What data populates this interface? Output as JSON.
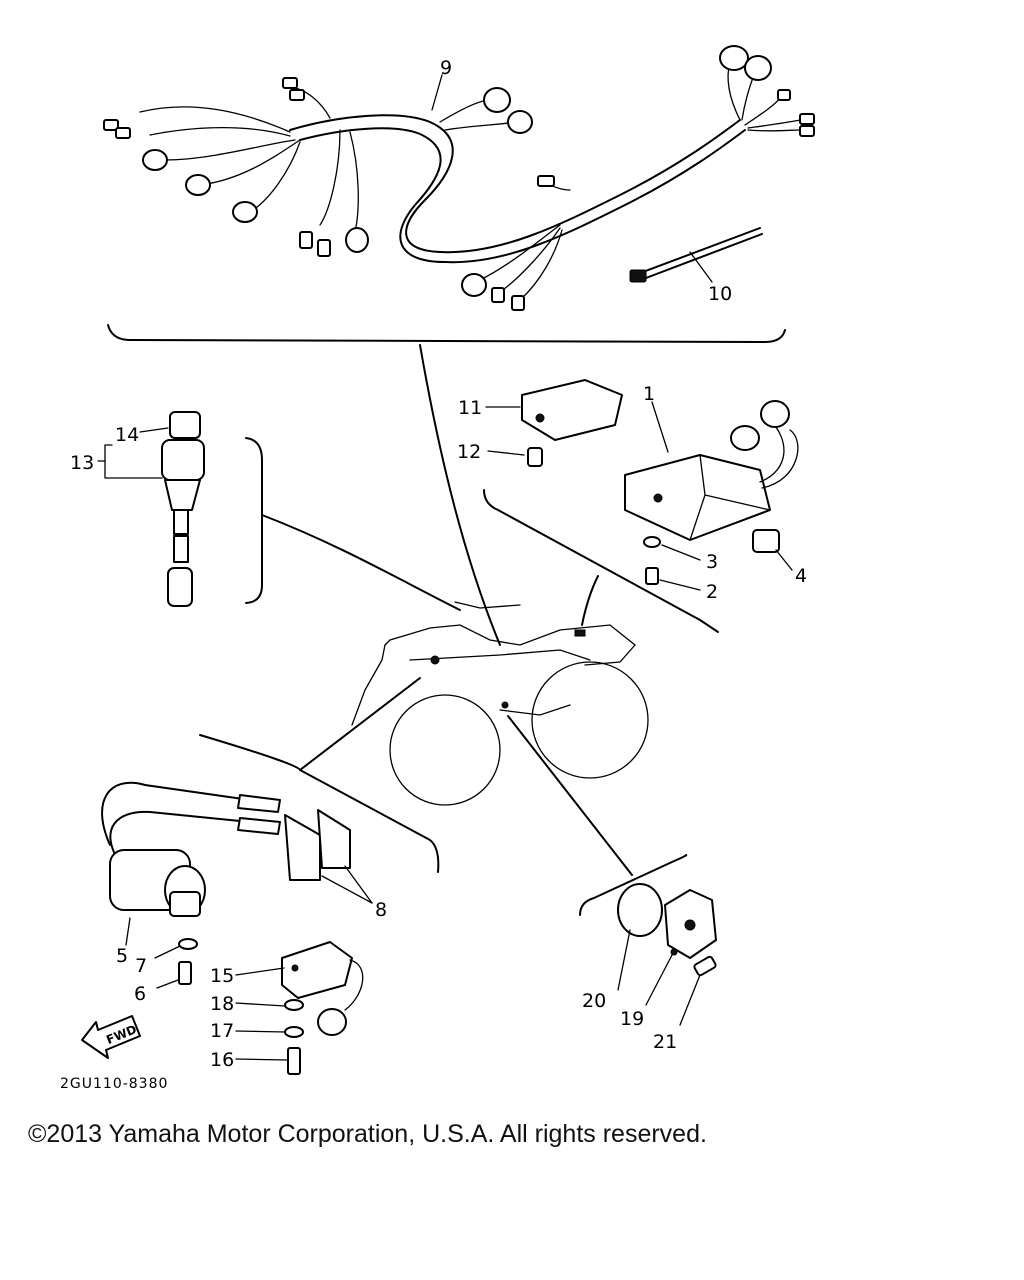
{
  "diagram": {
    "drawing_code": "2GU110-8380",
    "fwd_label": "FWD",
    "callouts": [
      {
        "id": "1",
        "label": "1"
      },
      {
        "id": "2",
        "label": "2"
      },
      {
        "id": "3",
        "label": "3"
      },
      {
        "id": "4",
        "label": "4"
      },
      {
        "id": "5",
        "label": "5"
      },
      {
        "id": "6",
        "label": "6"
      },
      {
        "id": "7",
        "label": "7"
      },
      {
        "id": "8",
        "label": "8"
      },
      {
        "id": "9",
        "label": "9"
      },
      {
        "id": "10",
        "label": "10"
      },
      {
        "id": "11",
        "label": "11"
      },
      {
        "id": "12",
        "label": "12"
      },
      {
        "id": "13",
        "label": "13"
      },
      {
        "id": "14",
        "label": "14"
      },
      {
        "id": "15",
        "label": "15"
      },
      {
        "id": "16",
        "label": "16"
      },
      {
        "id": "17",
        "label": "17"
      },
      {
        "id": "18",
        "label": "18"
      },
      {
        "id": "19",
        "label": "19"
      },
      {
        "id": "20",
        "label": "20"
      },
      {
        "id": "21",
        "label": "21"
      }
    ]
  },
  "footer": {
    "copyright": "©2013 Yamaha Motor Corporation, U.S.A. All rights reserved."
  }
}
